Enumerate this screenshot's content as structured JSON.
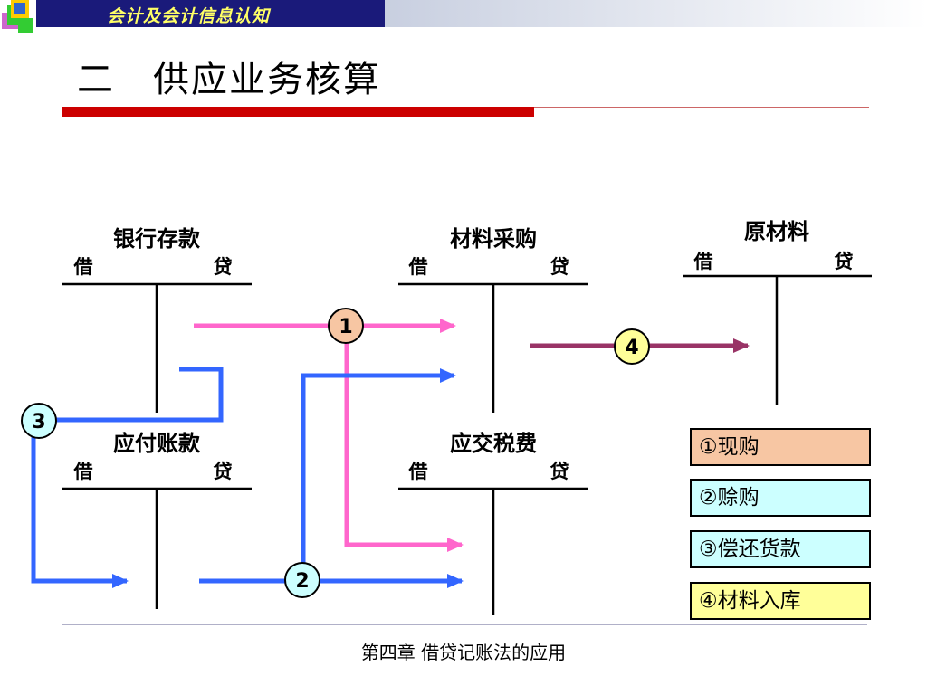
{
  "header": {
    "title": "会计及会计信息认知"
  },
  "page": {
    "title": "二　供应业务核算"
  },
  "footer": {
    "text": "第四章 借贷记账法的应用"
  },
  "accounts": [
    {
      "name": "银行存款",
      "debit": "借",
      "credit": "贷"
    },
    {
      "name": "材料采购",
      "debit": "借",
      "credit": "贷"
    },
    {
      "name": "原材料",
      "debit": "借",
      "credit": "贷"
    },
    {
      "name": "应付账款",
      "debit": "借",
      "credit": "贷"
    },
    {
      "name": "应交税费",
      "debit": "借",
      "credit": "贷"
    }
  ],
  "markers": [
    "1",
    "2",
    "3",
    "4"
  ],
  "legend": [
    {
      "label": "①现购",
      "color": "#f7c6a3"
    },
    {
      "label": "②赊购",
      "color": "#ccffff"
    },
    {
      "label": "③偿还货款",
      "color": "#ccffff"
    },
    {
      "label": "④材料入库",
      "color": "#ffff99"
    }
  ],
  "colors": {
    "pink": "#ff66cc",
    "blue": "#3366ff",
    "purple": "#993366",
    "marker_fill_1": "#f7c6a3",
    "marker_fill_2": "#ccffff",
    "marker_fill_3": "#ccffff",
    "marker_fill_4": "#ffff99"
  }
}
